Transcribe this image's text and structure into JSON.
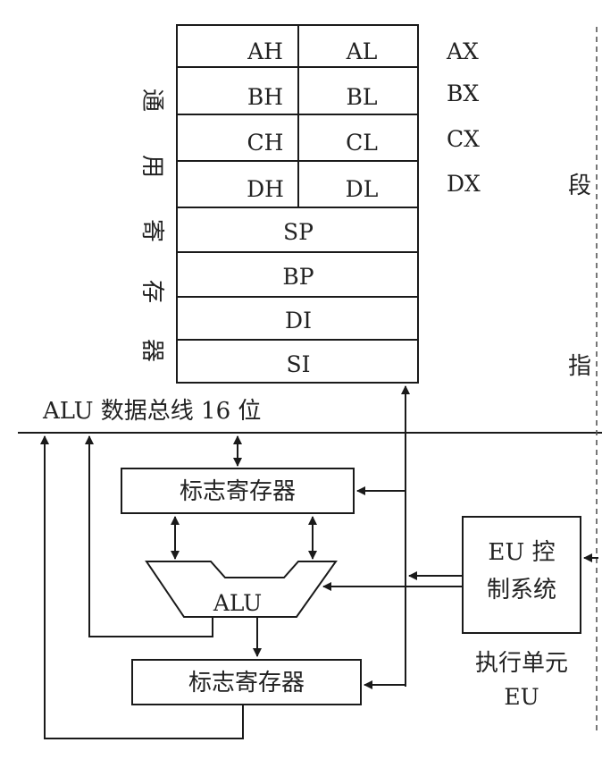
{
  "registers": {
    "pairs": [
      {
        "high": "AH",
        "low": "AL",
        "name": "AX"
      },
      {
        "high": "BH",
        "low": "BL",
        "name": "BX"
      },
      {
        "high": "CH",
        "low": "CL",
        "name": "CX"
      },
      {
        "high": "DH",
        "low": "DL",
        "name": "DX"
      }
    ],
    "singles": [
      "SP",
      "BP",
      "DI",
      "SI"
    ],
    "group_label": [
      "通",
      "用",
      "寄",
      "存",
      "器"
    ]
  },
  "bus_label": "ALU 数据总线 16 位",
  "flag_register_top": "标志寄存器",
  "flag_register_bottom": "标志寄存器",
  "alu_label": "ALU",
  "eu_control": {
    "line1": "EU 控",
    "line2": "制系统"
  },
  "execution_unit": {
    "line1": "执行单元",
    "line2": "EU"
  },
  "right_cut": {
    "top": "段",
    "bottom": "指"
  }
}
